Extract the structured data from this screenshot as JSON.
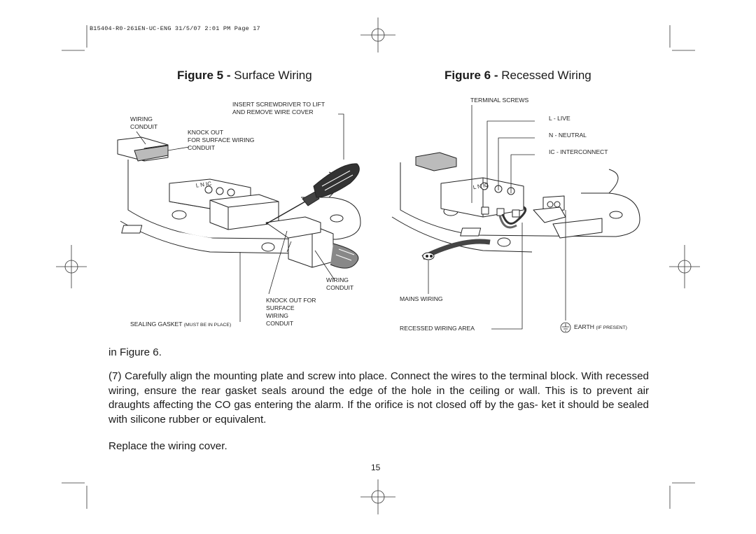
{
  "header": {
    "print_line": "B15404-R0-261EN-UC-ENG  31/5/07  2:01 PM  Page 17"
  },
  "figure5": {
    "title_bold": "Figure 5 -",
    "title_rest": " Surface Wiring",
    "labels": {
      "insert_screwdriver_1": "INSERT SCREWDRIVER TO LIFT",
      "insert_screwdriver_2": "AND REMOVE WIRE COVER",
      "wiring_conduit_1": "WIRING",
      "wiring_conduit_2": "CONDUIT",
      "knockout_1": "KNOCK OUT",
      "knockout_2": "FOR SURFACE WIRING",
      "knockout_3": "CONDUIT",
      "wiring2_1": "WIRING",
      "wiring2_2": "CONDUIT",
      "knockout_for_1": "KNOCK OUT FOR",
      "knockout_for_2": "SURFACE",
      "knockout_for_3": "WIRING",
      "knockout_for_4": "CONDUIT",
      "sealing_gasket": "SEALING GASKET",
      "sealing_gasket_note": "(MUST BE IN PLACE)",
      "terminal_marks": "L N IC"
    }
  },
  "figure6": {
    "title_bold": "Figure 6 -",
    "title_rest": " Recessed Wiring",
    "labels": {
      "terminal_screws": "TERMINAL SCREWS",
      "live": "L - LIVE",
      "neutral": "N - NEUTRAL",
      "interconnect": "IC - INTERCONNECT",
      "mains_wiring": "MAINS WIRING",
      "recessed_area": "RECESSED WIRING AREA",
      "earth": "EARTH",
      "earth_note": "(IF PRESENT)",
      "terminal_marks": "L N IC"
    }
  },
  "body": {
    "line1": "in Figure 6.",
    "para7": "(7) Carefully align the mounting plate and screw into place. Connect the wires to the terminal block. With recessed wiring, ensure the rear gasket seals around the edge of the hole in the ceiling or wall. This is to prevent air draughts affecting the CO gas entering the alarm. If the orifice is not closed off by the gas- ket it should be sealed with silicone rubber or equivalent.",
    "replace": "Replace the wiring cover."
  },
  "page_number": "15"
}
